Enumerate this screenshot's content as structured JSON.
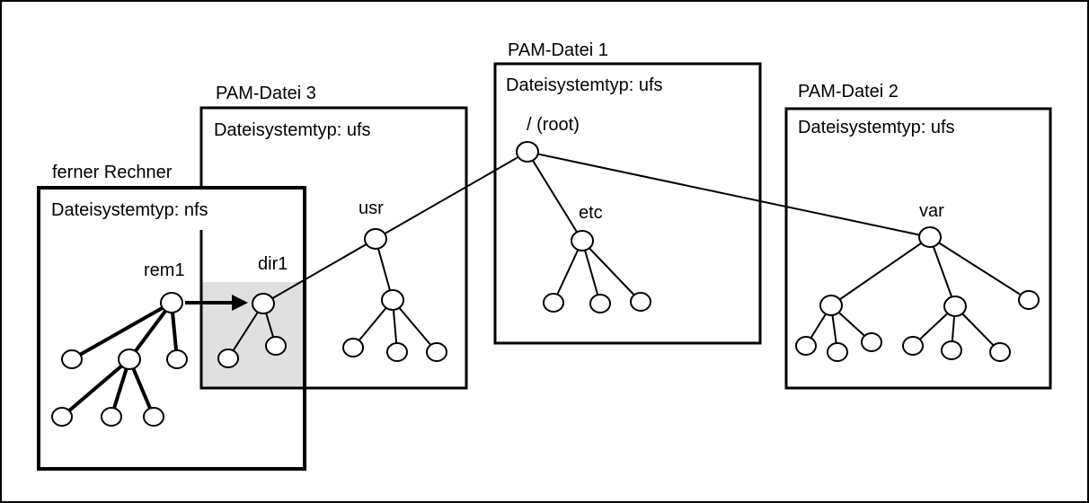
{
  "boxes": {
    "pam1": {
      "title": "PAM-Datei 1",
      "fstype": "Dateisystemtyp: ufs"
    },
    "pam2": {
      "title": "PAM-Datei 2",
      "fstype": "Dateisystemtyp: ufs"
    },
    "pam3": {
      "title": "PAM-Datei 3",
      "fstype": "Dateisystemtyp: ufs"
    },
    "remote": {
      "title": "ferner Rechner",
      "fstype": "Dateisystemtyp: nfs"
    }
  },
  "nodes": {
    "root": "/ (root)",
    "etc": "etc",
    "var": "var",
    "usr": "usr",
    "dir1": "dir1",
    "rem1": "rem1"
  },
  "colors": {
    "mount_highlight": "#e0e0e0",
    "stroke": "#000000",
    "background": "#ffffff"
  }
}
